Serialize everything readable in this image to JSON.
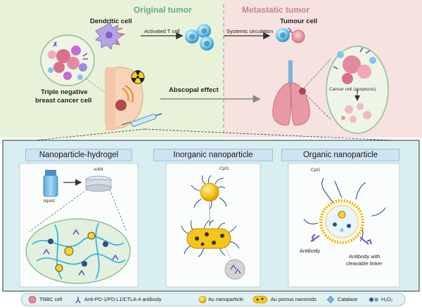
{
  "top": {
    "original_tumor": "Original tumor",
    "metastatic_tumor": "Metastatic tumor",
    "dendritic_cell": "Dendritic cell",
    "activated_t_cell": "Activated T cell",
    "systemic_circulation": "Systemic circulation",
    "tumour_cell": "Tumour cell",
    "tnbc_line1": "Triple negative",
    "tnbc_line2": "breast cancer cell",
    "abscopal_effect": "Abscopal effect",
    "cancer_cell_apoptosis": "Cancer cell (apoptosis)"
  },
  "panels": {
    "hydrogel": {
      "title": "Nanoparticle-hydrogel",
      "solid": "solid",
      "liquid": "liquid"
    },
    "inorganic": {
      "title": "Inorganic nanoparticle",
      "cpg": "CpG"
    },
    "organic": {
      "title": "Organic nanoparticle",
      "cpg": "CpG",
      "antibody": "Antibody",
      "antibody_linker_line1": "Antibody with",
      "antibody_linker_line2": "cleavable linker"
    }
  },
  "legend": {
    "tnbc_cell": "TNBC cell",
    "antibody": "Anti-PD-1/PD-L1/CTLA-4 antibody",
    "au_nanoparticle": "Au nanoparticle",
    "au_nanorods": "Au porous nanorods",
    "catalase": "Catalase",
    "h2o2": "H₂O₂"
  }
}
